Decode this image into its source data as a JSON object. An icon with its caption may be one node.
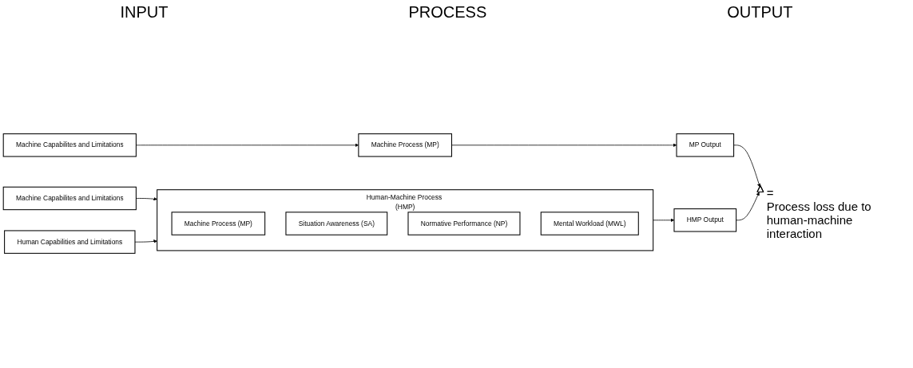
{
  "diagram": {
    "nodes": [
      {
        "text": [
          "Machine Capabilites and Limitations"
        ]
      },
      {
        "text": [
          "Machine Process (MP)"
        ]
      },
      {
        "text": [
          "MP Output"
        ]
      },
      {
        "text": [],
        "shape": "triangle",
        "beside": [
          "=",
          "Process loss due to human-machine interaction"
        ]
      },
      {
        "text": [
          "Machine Capabilites and Limitations"
        ]
      },
      {
        "text": [
          "Human Capabilities and Limitations"
        ]
      },
      {
        "text": [
          "Human-Machine Process (HMP)"
        ]
      },
      {
        "text": [
          "Machine Process (MP)"
        ],
        "in": 6
      },
      {
        "text": [
          "Situation Awareness (SA)"
        ],
        "in": 6
      },
      {
        "text": [
          "Normative Performance (NP)"
        ],
        "in": 6
      },
      {
        "text": [
          "Mental Workload (MWL)"
        ],
        "in": 6
      },
      {
        "text": [
          "HMP Output"
        ]
      }
    ],
    "edges": [
      {
        "from": 0,
        "to": 1,
        "arrow": "to"
      },
      {
        "from": 1,
        "to": 2,
        "arrow": "to"
      },
      {
        "from": 2,
        "to": 3,
        "arrow": "to"
      },
      {
        "from": 4,
        "to": 6,
        "arrow": "to"
      },
      {
        "from": 5,
        "to": 6,
        "arrow": "to"
      },
      {
        "from": 6,
        "to": 11,
        "arrow": "to"
      },
      {
        "from": 11,
        "to": 3,
        "arrow": "to"
      }
    ],
    "labels": [
      "INPUT",
      "PROCESS",
      "OUTPUT"
    ]
  }
}
